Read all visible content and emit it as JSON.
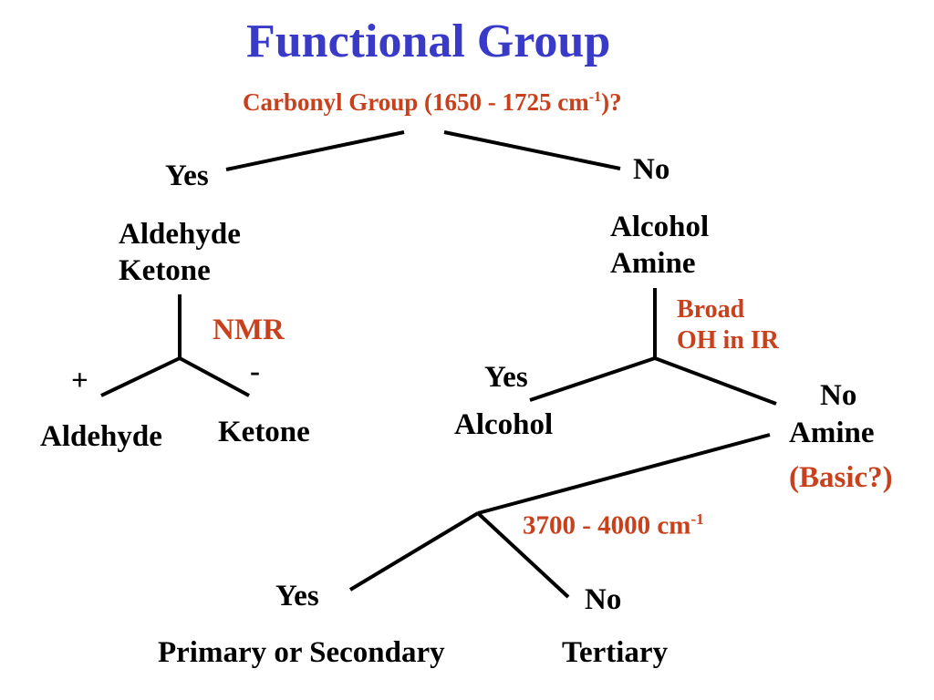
{
  "title": "Functional Group",
  "question": {
    "text": "Carbonyl Group (1650 - 1725 cm",
    "exponent": "-1",
    "suffix": ")?"
  },
  "branch_carbonyl": {
    "yes_label": "Yes",
    "no_label": "No",
    "yes_result": [
      "Aldehyde",
      "Ketone"
    ],
    "no_result": [
      "Alcohol",
      "Amine"
    ]
  },
  "branch_nmr": {
    "test_label": "NMR",
    "plus_label": "+",
    "minus_label": "-",
    "plus_result": "Aldehyde",
    "minus_result": "Ketone"
  },
  "branch_oh": {
    "test_label": [
      "Broad",
      "OH in IR"
    ],
    "yes_label": "Yes",
    "yes_result": "Alcohol",
    "no_label": "No",
    "no_result": "Amine",
    "no_note": "(Basic?)"
  },
  "branch_nh": {
    "test_text": "3700 - 4000 cm",
    "test_exponent": "-1",
    "yes_label": "Yes",
    "yes_result": "Primary or Secondary",
    "no_label": "No",
    "no_result": "Tertiary"
  },
  "colors": {
    "title": "#3a3ac8",
    "accent": "#c8401c",
    "text": "#000000",
    "lines": "#000000"
  }
}
